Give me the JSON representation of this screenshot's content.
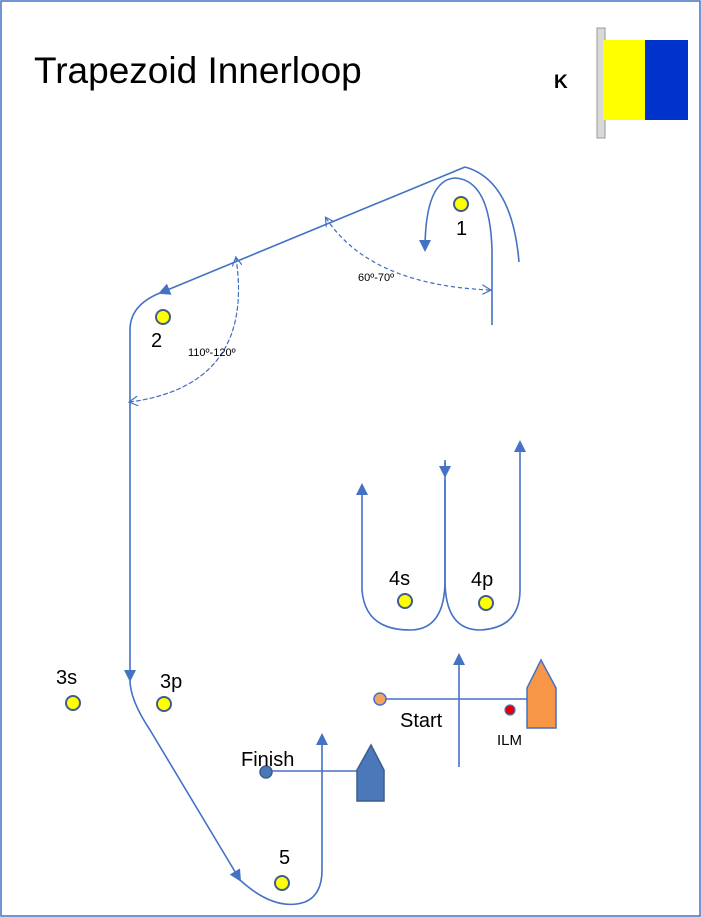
{
  "title": "Trapezoid Innerloop",
  "flag": {
    "letter": "K",
    "colors": {
      "hoist": "#ffff00",
      "fly": "#0033cc",
      "pole": "#d9d9d9"
    }
  },
  "angles": {
    "upper": "60º-70º",
    "lower": "110º-120º"
  },
  "marks": {
    "m1": "1",
    "m2": "2",
    "m3s": "3s",
    "m3p": "3p",
    "m4s": "4s",
    "m4p": "4p",
    "m5": "5"
  },
  "lines": {
    "start": "Start",
    "finish": "Finish",
    "ilm": "ILM"
  },
  "colors": {
    "course": "#4472c4",
    "mark_fill": "#ffff00",
    "mark_stroke": "#3e5d8e",
    "start_boat": "#f79646",
    "finish_boat": "#4a78b8",
    "start_pin": "#f4a460",
    "finish_pin": "#4a78b8",
    "ilm": "#e00000",
    "border": "#4472c4"
  }
}
